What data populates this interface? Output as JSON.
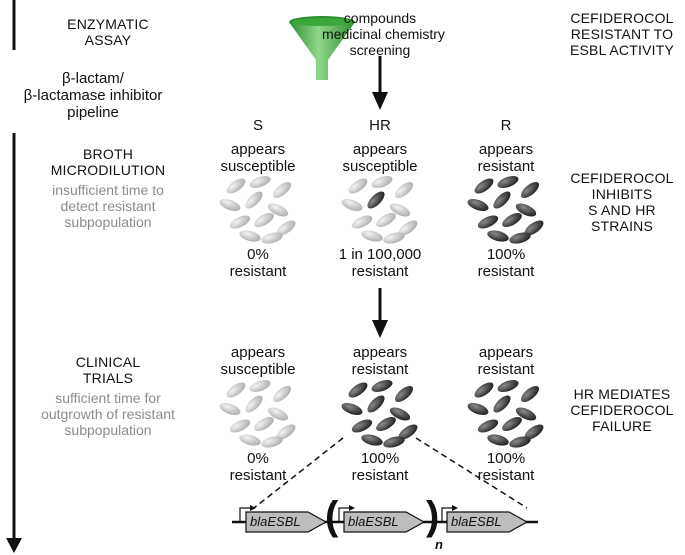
{
  "left": {
    "enzymatic": "ENZYMATIC\nASSAY",
    "pipeline": "β-lactam/\nβ-lactamase inhibitor\npipeline",
    "broth": "BROTH\nMICRODILUTION",
    "insufficient": "insufficient time to\ndetect resistant\nsubpopulation",
    "clinical": "CLINICAL\nTRIALS",
    "sufficient": "sufficient time for\noutgrowth of resistant\nsubpopulation"
  },
  "top": {
    "compounds": "compounds\nmedicinal chemistry\nscreening"
  },
  "columns": {
    "s": "S",
    "hr": "HR",
    "r": "R"
  },
  "broth_row": {
    "s_status": "appears\nsusceptible",
    "hr_status": "appears\nsusceptible",
    "r_status": "appears\nresistant",
    "s_pct": "0%\nresistant",
    "hr_pct": "1 in 100,000\nresistant",
    "r_pct": "100%\nresistant"
  },
  "clinical_row": {
    "s_status": "appears\nsusceptible",
    "hr_status": "appears\nresistant",
    "r_status": "appears\nresistant",
    "s_pct": "0%\nresistant",
    "hr_pct": "100%\nresistant",
    "r_pct": "100%\nresistant"
  },
  "right": {
    "enzymatic_result": "CEFIDEROCOL\nRESISTANT TO\nESBL ACTIVITY",
    "broth_result": "CEFIDEROCOL\nINHIBITS\nS AND HR\nSTRAINS",
    "clinical_result": "HR MEDIATES\nCEFIDEROCOL\nFAILURE"
  },
  "gene": {
    "label1": "blaESBL",
    "label2": "blaESBL",
    "label3": "blaESBL",
    "paren_open": "(",
    "paren_close": ")",
    "n": "n"
  },
  "colors": {
    "funnel": "#3aa83a",
    "funnel_light": "#8fd68a",
    "gray_text": "#8c8c8c",
    "light_cell": "#c9c9c9",
    "dark_cell": "#3a3a3a",
    "gene_box": "#bdbdbd"
  }
}
